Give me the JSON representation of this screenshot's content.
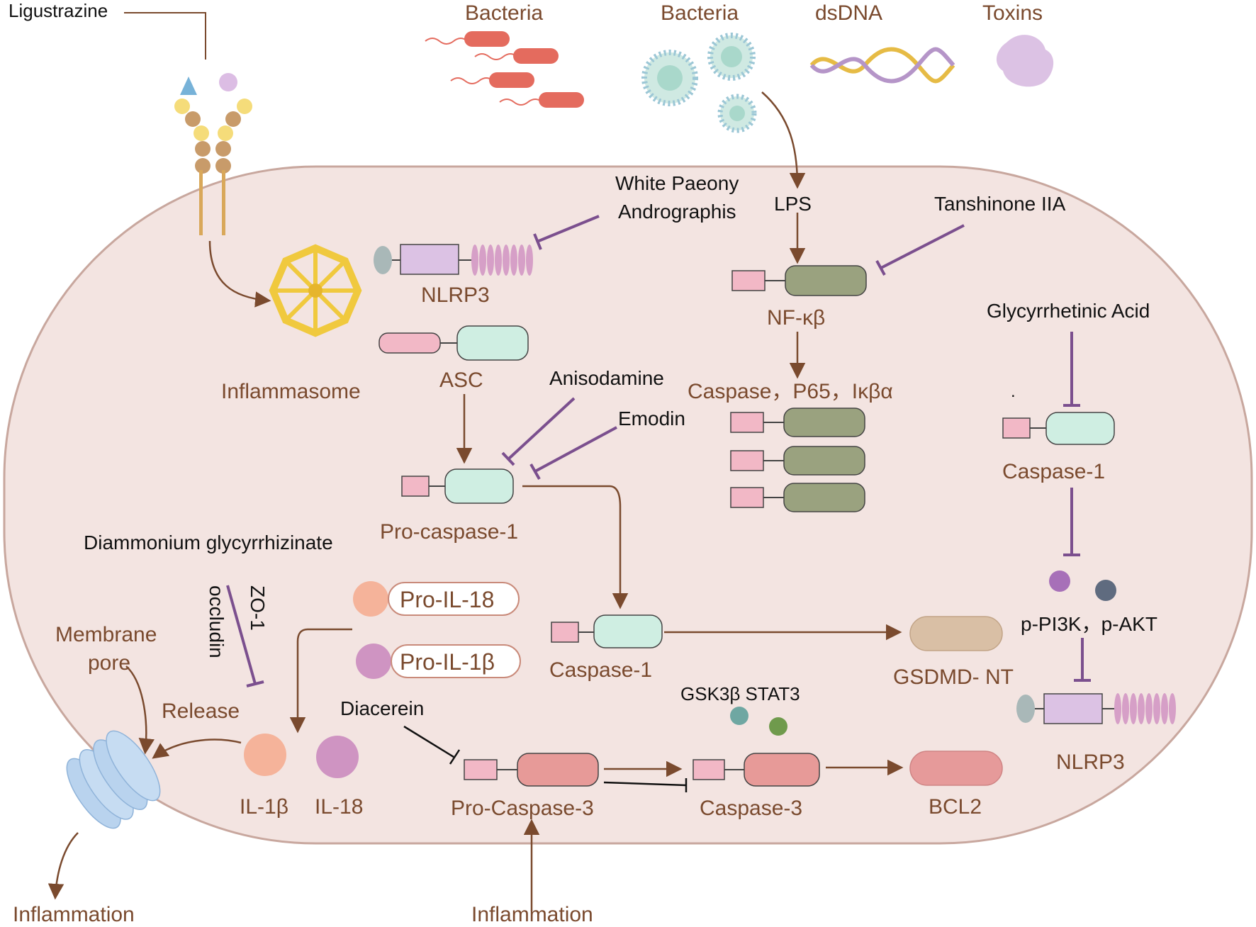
{
  "labels": {
    "ligustrazine": "Ligustrazine",
    "bacteria_1": "Bacteria",
    "bacteria_2": "Bacteria",
    "dsdna": "dsDNA",
    "toxins": "Toxins",
    "white_paeony": "White Paeony",
    "andrographis": "Andrographis",
    "lps": "LPS",
    "tanshinone": "Tanshinone IIA",
    "nlrp3_top": "NLRP3",
    "nfkb": "NF-κβ",
    "glycyrrhetinic": "Glycyrrhetinic Acid",
    "inflammasome": "Inflammasome",
    "asc": "ASC",
    "anisodamine": "Anisodamine",
    "emodin": "Emodin",
    "caspase_p65": "Caspase，P65，Iκβα",
    "caspase1_right": "Caspase-1",
    "procaspase1": "Pro-caspase-1",
    "diammonium": "Diammonium glycyrrhizinate",
    "zo1": "ZO-1",
    "occludin": "occludin",
    "pro_il18": "Pro-IL-18",
    "pro_il1b": "Pro-IL-1β",
    "membrane_pore_1": "Membrane",
    "membrane_pore_2": "pore",
    "caspase1_mid": "Caspase-1",
    "gsdmd": "GSDMD- NT",
    "pi3k_akt": "p-PI3K，p-AKT",
    "release": "Release",
    "diacerein": "Diacerein",
    "gsk_stat": "GSK3β STAT3",
    "nlrp3_right": "NLRP3",
    "il1b": "IL-1β",
    "il18": "IL-18",
    "procaspase3": "Pro-Caspase-3",
    "caspase3": "Caspase-3",
    "bcl2": "BCL2",
    "inflammation_left": "Inflammation",
    "inflammation_bottom": "Inflammation",
    "dot": "."
  },
  "colors": {
    "cell_fill": "#f3e4e1",
    "cell_stroke": "#c8a79e",
    "arrow": "#7a4a2e",
    "inhibit": "#7b4f8e",
    "caspase_teal": "#cfeee2",
    "nfkb_green": "#9aa27f",
    "pink_tag": "#f2b8c6",
    "caspase3_red": "#e79a98",
    "nlrp3_purple": "#dcc2e4",
    "gsdmd_tan": "#d9bfa5",
    "bcl2_red": "#e69a9a"
  }
}
